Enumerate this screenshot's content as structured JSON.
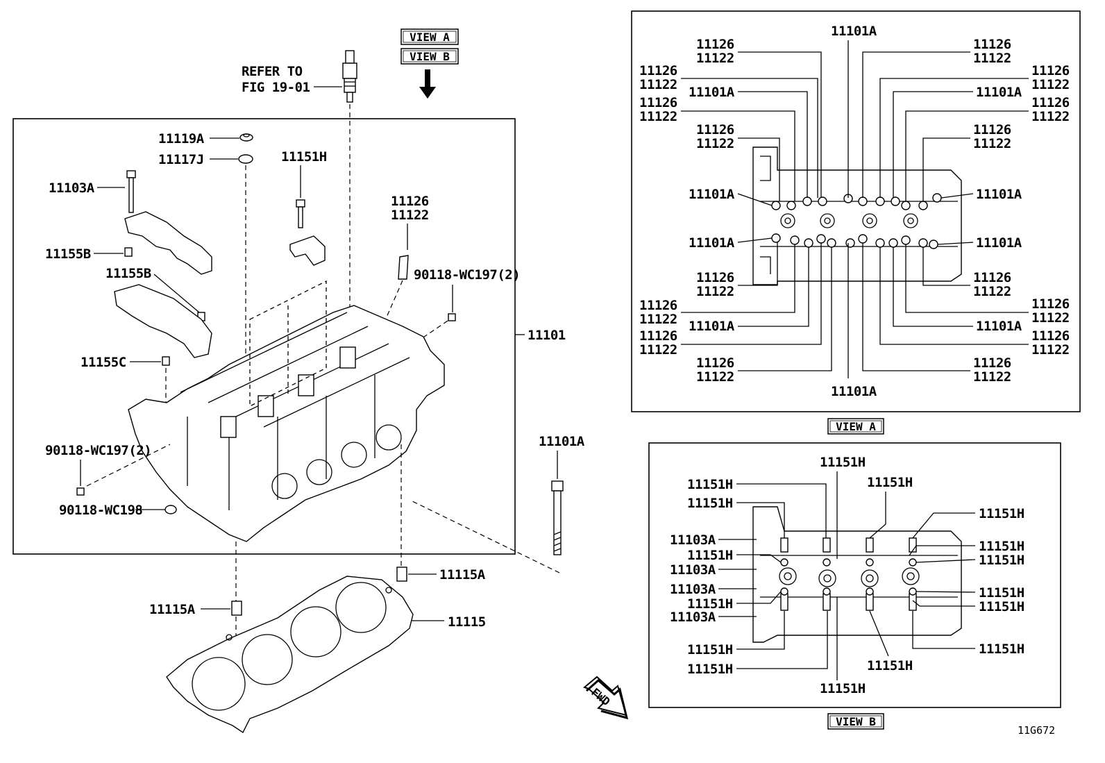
{
  "main": {
    "refer_line1": "REFER TO",
    "refer_line2": "FIG 19-01",
    "view_a_tag": "VIEW A",
    "view_b_tag": "VIEW B",
    "labels": {
      "p11119A": "11119A",
      "p11117J": "11117J",
      "p11151H": "11151H",
      "p11103A": "11103A",
      "p11126": "11126",
      "p11122": "11122",
      "p11155B_a": "11155B",
      "p11155B_b": "11155B",
      "p90118_197_a": "90118-WC197(2)",
      "p11101": "11101",
      "p11155C": "11155C",
      "p90118_197_b": "90118-WC197(2)",
      "p90118_198": "90118-WC198",
      "p11101A": "11101A",
      "p11115A_a": "11115A",
      "p11115A_b": "11115A",
      "p11115": "11115"
    },
    "fwd": "FWD",
    "figure_code": "11G672"
  },
  "view_a": {
    "caption": "VIEW A",
    "top_label": "11101A",
    "bottom_label": "11101A",
    "left_pairs": [
      [
        "11126",
        "11122"
      ],
      [
        "11126",
        "11122"
      ],
      [
        "11126",
        "11122"
      ],
      [
        "11126",
        "11122"
      ],
      [
        "11126",
        "11122"
      ],
      [
        "11126",
        "11122"
      ],
      [
        "11126",
        "11122"
      ],
      [
        "11126",
        "11122"
      ]
    ],
    "right_pairs": [
      [
        "11126",
        "11122"
      ],
      [
        "11126",
        "11122"
      ],
      [
        "11126",
        "11122"
      ],
      [
        "11126",
        "11122"
      ],
      [
        "11126",
        "11122"
      ],
      [
        "11126",
        "11122"
      ],
      [
        "11126",
        "11122"
      ],
      [
        "11126",
        "11122"
      ]
    ],
    "bolt_label": "11101A"
  },
  "view_b": {
    "caption": "VIEW B",
    "bolt_label": "11151H",
    "cap_label": "11103A"
  }
}
